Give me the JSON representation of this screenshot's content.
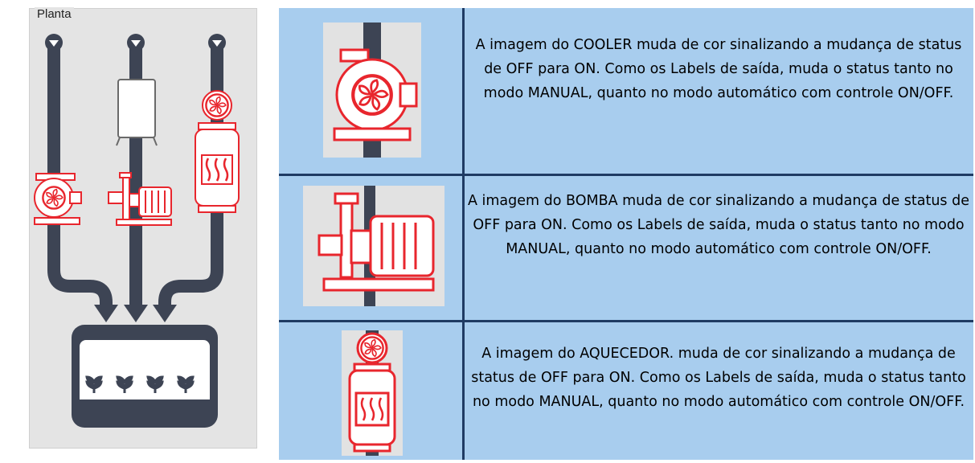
{
  "panel": {
    "title": "Planta"
  },
  "rows": [
    {
      "component": "COOLER",
      "icon": "cooler-fan-icon",
      "text": "A imagem do COOLER muda de cor sinalizando a mudança de status de OFF para ON. Como os Labels de saída, muda o status tanto no modo MANUAL, quanto no modo automático com controle ON/OFF."
    },
    {
      "component": "BOMBA",
      "icon": "pump-motor-icon",
      "text": "A imagem do BOMBA muda de cor sinalizando a mudança de status de OFF para ON. Como os Labels de saída, muda o status tanto no modo MANUAL, quanto no modo automático com controle ON/OFF."
    },
    {
      "component": "AQUECEDOR",
      "icon": "heater-fan-icon",
      "text": "A imagem do AQUECEDOR. muda de cor sinalizando a mudança de status de OFF para ON. Como os Labels de saída, muda o status tanto no modo MANUAL, quanto no modo automático com controle ON/OFF."
    }
  ],
  "colors": {
    "active_red": "#e8262d",
    "pipe": "#3d4454",
    "row_bg": "#a8cdee",
    "divider": "#1f3b63",
    "panel_bg": "#e4e4e4"
  }
}
